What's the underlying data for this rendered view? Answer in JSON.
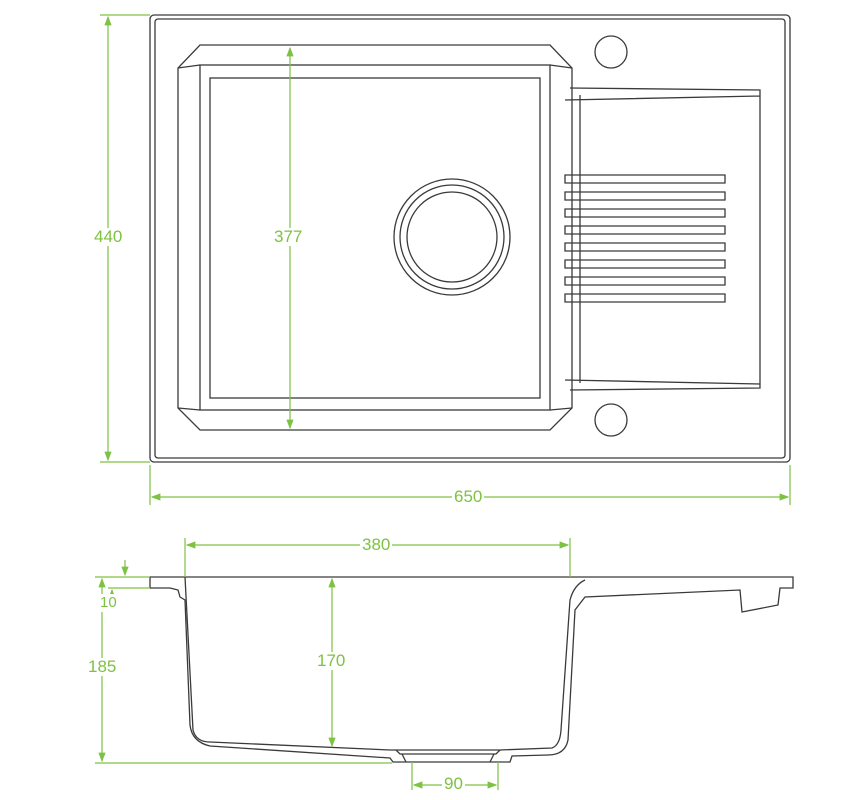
{
  "drawing": {
    "top_view": {
      "width_label": "650",
      "depth_label": "440",
      "bowl_depth_label": "377"
    },
    "side_view": {
      "bowl_width_label": "380",
      "rim_label": "10",
      "total_height_label": "185",
      "bowl_height_label": "170",
      "drain_label": "90"
    },
    "colors": {
      "dimension": "#7dc242",
      "outline": "#3a3a3a"
    }
  }
}
